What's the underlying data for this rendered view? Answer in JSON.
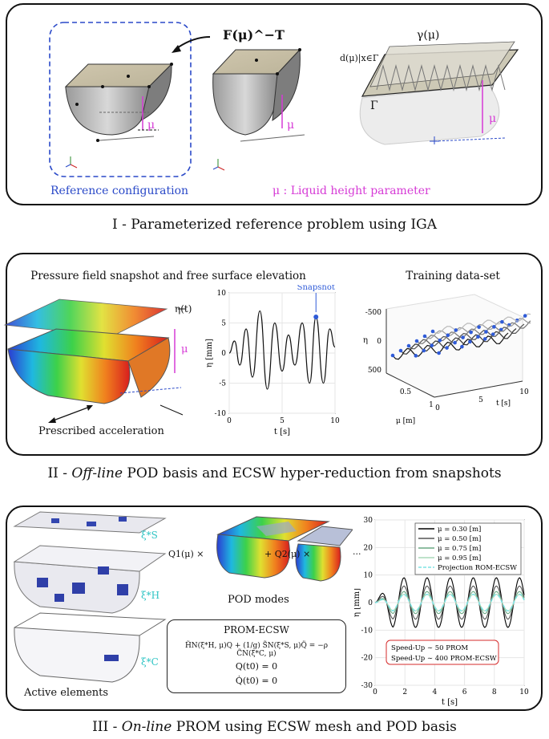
{
  "panel1": {
    "operator": "F(μ)^−T",
    "label_gamma_mu": "γ(μ)",
    "label_d": "d(μ)|x∈Γ",
    "label_Gamma": "Γ",
    "label_mu": "μ",
    "ref_config": "Reference configuration",
    "liquid_height": "μ : Liquid height parameter",
    "caption": "I - Parameterized reference problem using IGA"
  },
  "panel2": {
    "title_left": "Pressure field snapshot and free surface elevation",
    "title_right": "Training data-set",
    "eta_t": "η(t)",
    "mu": "μ",
    "prescribed": "Prescribed acceleration",
    "snapshot": "Snapshot",
    "caption_prefix": "II - ",
    "caption_italic": "Off-line",
    "caption_rest": " POD basis and ECSW hyper-reduction from snapshots"
  },
  "panel3": {
    "xi_s": "ξ*S",
    "xi_h": "ξ*H",
    "xi_c": "ξ*C",
    "active": "Active elements",
    "pod_modes": "POD modes",
    "q1": "Q1(μ) ×",
    "q2": "+ Q2(μ) ×",
    "dots": "···",
    "prom_title": "PROM-ECSW",
    "eq1": "H̃N(ξ*H, μ)Q + (1/g) S̃N(ξ*S, μ)Q̈ = −ρ C̃N(ξ*C, μ)",
    "eq2": "Q(t0) = 0",
    "eq3": "Q̇(t0) = 0",
    "speed1": "Speed-Up ∼ 50 PROM",
    "speed2": "Speed-Up ∼ 400 PROM-ECSW",
    "caption_prefix": "III - ",
    "caption_italic": "On-line",
    "caption_rest": " PROM using ECSW mesh and POD basis"
  },
  "chart_data": [
    {
      "type": "line",
      "title": "",
      "xlabel": "t [s]",
      "ylabel": "η [mm]",
      "xlim": [
        0,
        10
      ],
      "ylim": [
        -10,
        10
      ],
      "xticks": [
        0,
        5,
        10
      ],
      "yticks": [
        -10,
        -5,
        0,
        5,
        10
      ],
      "series": [
        {
          "values": [
            [
              0,
              0
            ],
            [
              0.5,
              2
            ],
            [
              1,
              -2
            ],
            [
              1.6,
              4
            ],
            [
              2.2,
              -4
            ],
            [
              2.9,
              7
            ],
            [
              3.6,
              -6
            ],
            [
              4.3,
              5
            ],
            [
              5,
              -3
            ],
            [
              5.6,
              3
            ],
            [
              6.2,
              -2
            ],
            [
              6.9,
              5
            ],
            [
              7.6,
              -5
            ],
            [
              8.2,
              6
            ],
            [
              8.9,
              -5
            ],
            [
              9.5,
              4
            ],
            [
              10,
              1
            ]
          ]
        }
      ],
      "annotation": {
        "text": "Snapshot",
        "x": 8.2,
        "y": 6
      }
    },
    {
      "type": "line",
      "title": "",
      "xlabel": "t [s]",
      "ylabel": "η",
      "zlabel": "μ [m]",
      "zlim": [
        -500,
        500
      ],
      "zticks": [
        -500,
        0,
        500
      ],
      "xticks": [
        0,
        5,
        10
      ],
      "mu_ticks": [
        0.5,
        1
      ],
      "series_count": 6
    },
    {
      "type": "line",
      "title": "",
      "xlabel": "t [s]",
      "ylabel": "η [mm]",
      "xlim": [
        0,
        10
      ],
      "ylim": [
        -30,
        30
      ],
      "xticks": [
        0,
        2,
        4,
        6,
        8,
        10
      ],
      "yticks": [
        -30,
        -20,
        -10,
        0,
        10,
        20,
        30
      ],
      "legend": "top-right",
      "series": [
        {
          "name": "μ = 0.30 [m]",
          "color": "#000000",
          "amp": 9
        },
        {
          "name": "μ = 0.50 [m]",
          "color": "#555555",
          "amp": 6
        },
        {
          "name": "μ = 0.75 [m]",
          "color": "#6aa884",
          "amp": 4
        },
        {
          "name": "μ = 0.95 [m]",
          "color": "#a8d8b8",
          "amp": 3
        },
        {
          "name": "Projection ROM-ECSW",
          "color": "#7fe3e3",
          "amp": 3
        }
      ]
    }
  ]
}
